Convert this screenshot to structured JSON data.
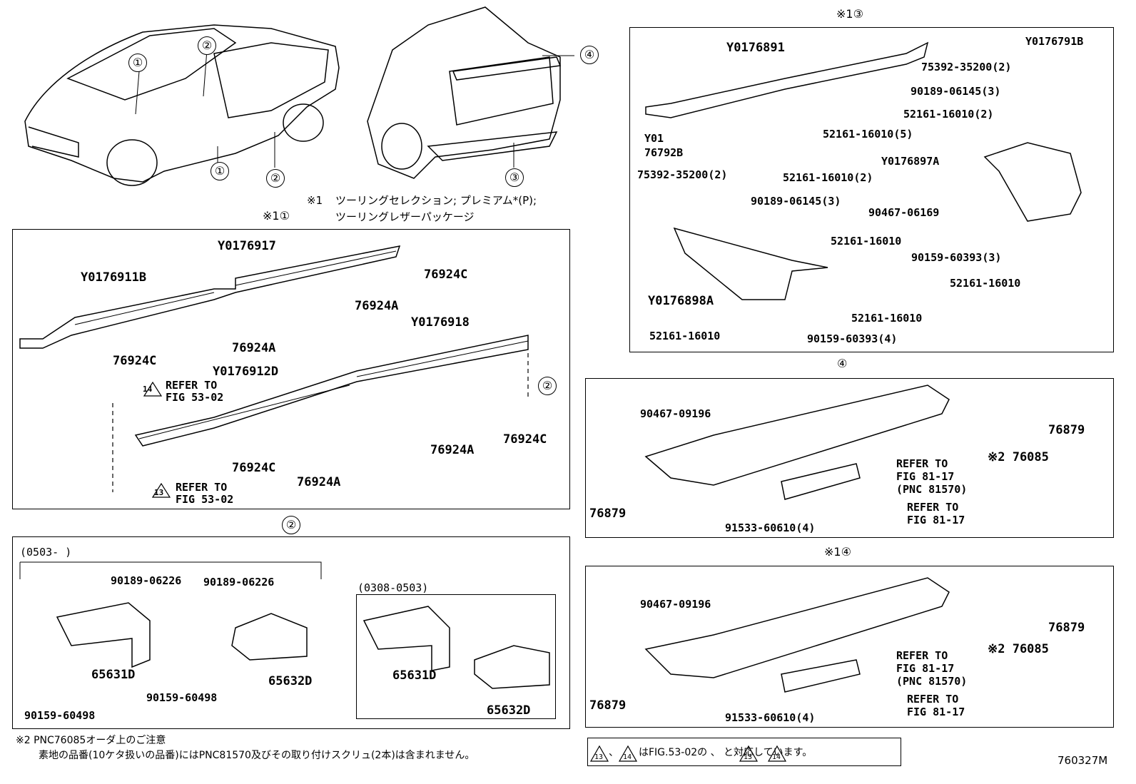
{
  "footnote1": {
    "mark": "※1",
    "line1": "ツーリングセレクション; プレミアム*(P);",
    "line2": "ツーリングレザーパッケージ"
  },
  "callouts": {
    "c1": "①",
    "c2": "②",
    "c3": "③",
    "c4": "④"
  },
  "panel_a": {
    "title": "※1①",
    "parts": [
      "Y0176917",
      "Y0176911B",
      "76924C",
      "76924A",
      "76924C",
      "76924A",
      "Y0176918",
      "Y0176912D",
      "76924C",
      "76924A",
      "76924C",
      "76924A"
    ],
    "ref14": {
      "line1": "REFER TO",
      "line2": "FIG 53-02",
      "tri": "14"
    },
    "ref13": {
      "line1": "REFER TO",
      "line2": "FIG 53-02",
      "tri": "13"
    }
  },
  "panel_b": {
    "title": "※1③",
    "parts": [
      "Y0176891",
      "Y0176791B",
      "75392-35200(2)",
      "90189-06145(3)",
      "52161-16010(2)",
      "52161-16010(5)",
      "Y01",
      "76792B",
      "75392-35200(2)",
      "52161-16010(2)",
      "Y0176897A",
      "90189-06145(3)",
      "90467-06169",
      "52161-16010",
      "90159-60393(3)",
      "52161-16010",
      "Y0176898A",
      "52161-16010",
      "52161-16010",
      "90159-60393(4)"
    ]
  },
  "panel_c": {
    "title": "④",
    "parts": [
      "90467-09196",
      "76879",
      "※2 76085",
      "REFER TO",
      "FIG 81-17",
      "(PNC 81570)",
      "76879",
      "91533-60610(4)",
      "REFER TO",
      "FIG 81-17"
    ]
  },
  "panel_d": {
    "title": "②",
    "range1": "(0503-      )",
    "range2": "(0308-0503)",
    "parts": [
      "90189-06226",
      "90189-06226",
      "65631D",
      "65632D",
      "90159-60498",
      "90159-60498",
      "65631D",
      "65632D"
    ]
  },
  "panel_e": {
    "title": "※1④",
    "parts": [
      "90467-09196",
      "76879",
      "※2 76085",
      "REFER TO",
      "FIG 81-17",
      "(PNC 81570)",
      "76879",
      "91533-60610(4)",
      "REFER TO",
      "FIG 81-17"
    ]
  },
  "note2": {
    "line1": "※2 PNC76085オーダ上のご注意",
    "line2": "素地の品番(10ケタ扱いの品番)にはPNC81570及びその取り付けスクリュ(2本)は含まれません。"
  },
  "note3": {
    "text": "はFIG.53-02の    、    と対応しています。",
    "t13": "13",
    "t14": "14",
    "sep": "、"
  },
  "drawing_no": "760327M"
}
